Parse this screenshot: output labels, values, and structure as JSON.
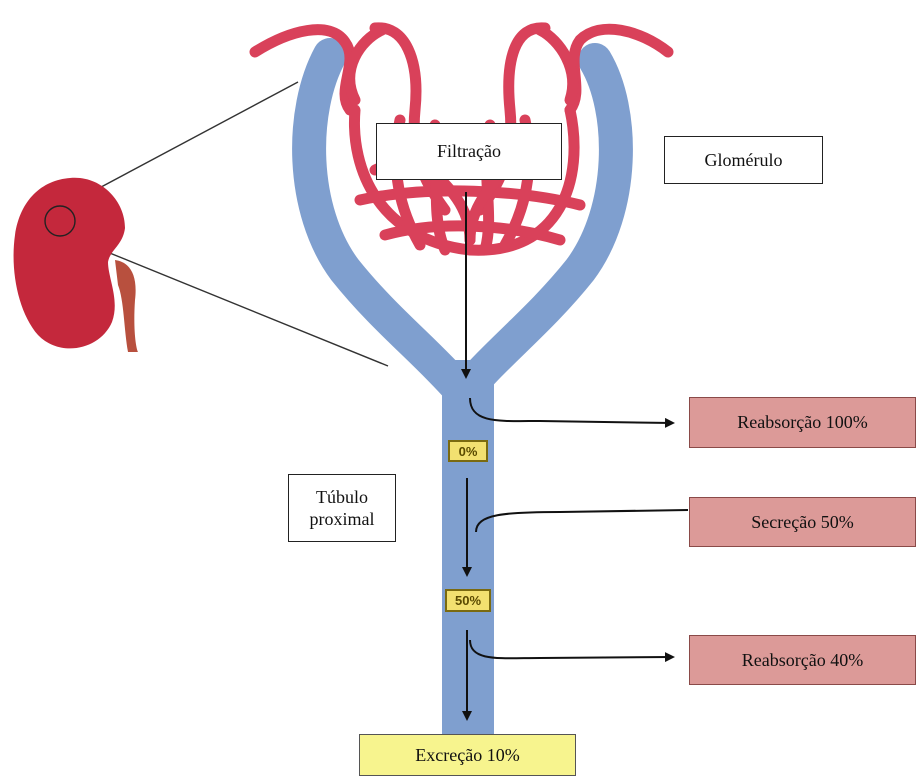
{
  "labels": {
    "filtration": "Filtração",
    "glomerulus": "Glomérulo",
    "proximal_tubule_line1": "Túbulo",
    "proximal_tubule_line2": "proximal",
    "reabsorption_100": "Reabsorção 100%",
    "secretion_50": "Secreção 50%",
    "reabsorption_40": "Reabsorção 40%",
    "excretion_10": "Excreção 10%"
  },
  "tags": {
    "pct_0": "0%",
    "pct_50": "50%"
  },
  "colors": {
    "tubule": "#7f9fcf",
    "vessel": "#d9415a",
    "kidney": "#c4283c",
    "ureter": "#b8503e",
    "pink_box": "#dc9a98",
    "yellow_box": "#f7f48e",
    "tag": "#f2e070"
  }
}
